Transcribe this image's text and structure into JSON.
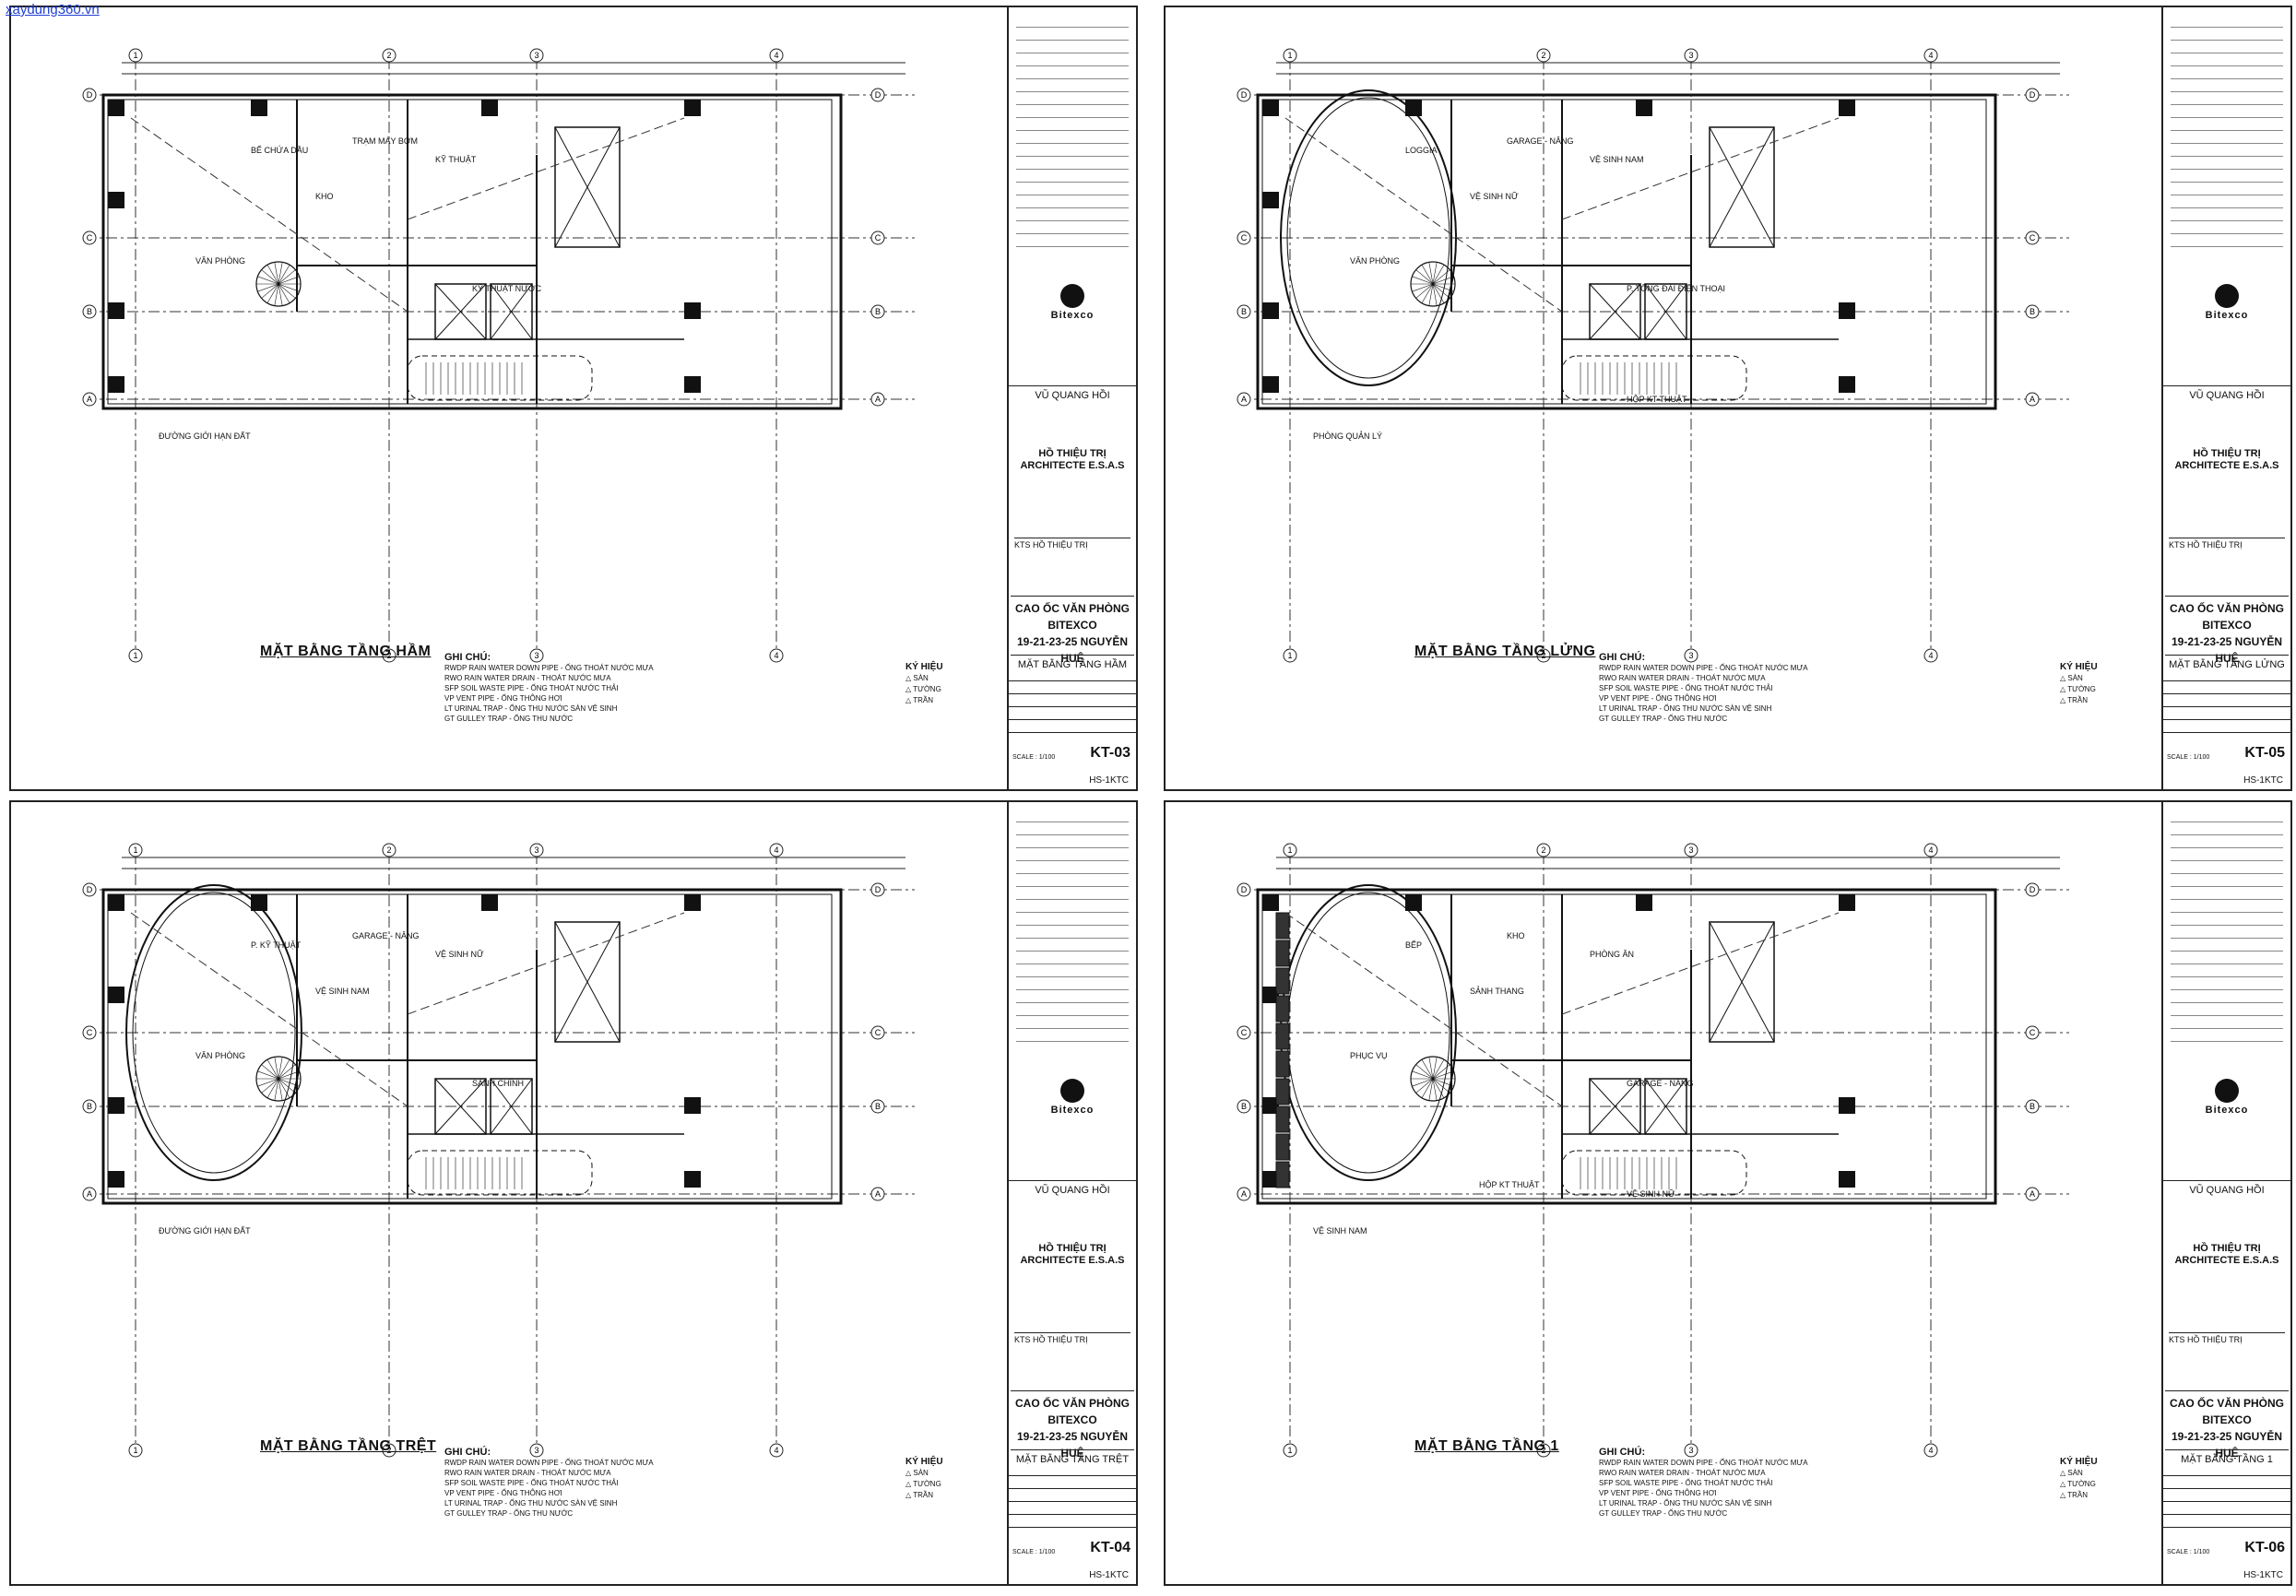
{
  "watermark": "xaydung360.vn",
  "project": {
    "architect_person": "VŨ QUANG HỒI",
    "firm": "HỒ THIỆU TRỊ ARCHITECTE E.S.A.S",
    "kts": "KTS HỒ THIỆU TRỊ",
    "name_line1": "CAO ỐC VĂN PHÒNG BITEXCO",
    "name_line2": "19-21-23-25 NGUYỄN HUỆ",
    "logo": "Bitexco",
    "scale": "SCALE : 1/100",
    "hs": "HS-1KTC"
  },
  "notes": {
    "heading": "GHI CHÚ:",
    "lines": [
      "RWDP  RAIN WATER DOWN PIPE - ỐNG THOÁT NƯỚC MƯA",
      "RWO  RAIN WATER DRAIN - THOÁT NƯỚC MƯA",
      "SFP  SOIL WASTE PIPE - ỐNG THOÁT NƯỚC THẢI",
      "VP  VENT PIPE - ỐNG THÔNG HƠI",
      "LT  URINAL TRAP - ỐNG THU NƯỚC SÀN VỆ SINH",
      "GT  GULLEY TRAP - ỐNG THU NƯỚC"
    ]
  },
  "legend": {
    "heading": "KÝ HIỆU",
    "items": [
      "SÀN",
      "TƯỜNG",
      "TRẦN"
    ]
  },
  "sheets": [
    {
      "title": "MẶT BẰNG TẦNG HẦM",
      "code": "KT-03",
      "drawing_name": "MẶT BẰNG TẦNG HẦM",
      "rooms": [
        "VĂN PHÒNG",
        "BỂ CHỨA DẦU",
        "TRẠM MÁY BƠM",
        "KỸ THUẬT",
        "KHO",
        "KỸ THUẬT NƯỚC",
        "ĐƯỜNG GIỚI HẠN ĐẤT"
      ],
      "axes_x": [
        "1",
        "2",
        "3",
        "4"
      ],
      "axes_y": [
        "D",
        "C",
        "B",
        "A"
      ]
    },
    {
      "title": "MẶT BẰNG TẦNG LỬNG",
      "code": "KT-05",
      "drawing_name": "MẶT BẰNG TẦNG LỬNG",
      "rooms": [
        "VĂN PHÒNG",
        "LOGGIA",
        "GARAGE - NÂNG",
        "VỆ SINH NAM",
        "VỆ SINH NỮ",
        "P. TỔNG ĐÀI ĐIỆN THOẠI",
        "PHÒNG QUẢN LÝ",
        "HỘP KT THUẬT"
      ],
      "axes_x": [
        "1",
        "2",
        "3",
        "4"
      ],
      "axes_y": [
        "D",
        "C",
        "B",
        "A"
      ]
    },
    {
      "title": "MẶT BẰNG TẦNG TRỆT",
      "code": "KT-04",
      "drawing_name": "MẶT BẰNG TẦNG TRỆT",
      "rooms": [
        "VĂN PHÒNG",
        "P. KỸ THUẬT",
        "GARAGE - NÂNG",
        "VỆ SINH NỮ",
        "VỆ SINH NAM",
        "SẢNH CHÍNH",
        "ĐƯỜNG GIỚI HẠN ĐẤT"
      ],
      "axes_x": [
        "1",
        "2",
        "3",
        "4"
      ],
      "axes_y": [
        "D",
        "C",
        "B",
        "A"
      ]
    },
    {
      "title": "MẶT BẰNG TẦNG 1",
      "code": "KT-06",
      "drawing_name": "MẶT BẰNG TẦNG 1",
      "rooms": [
        "PHỤC VỤ",
        "BẾP",
        "KHO",
        "PHÒNG ĂN",
        "SẢNH THANG",
        "GARAGE - NÂNG",
        "VỆ SINH NAM",
        "VỆ SINH NỮ",
        "HỘP KT THUẬT"
      ],
      "axes_x": [
        "1",
        "2",
        "3",
        "4"
      ],
      "axes_y": [
        "D",
        "C",
        "B",
        "A"
      ]
    }
  ]
}
